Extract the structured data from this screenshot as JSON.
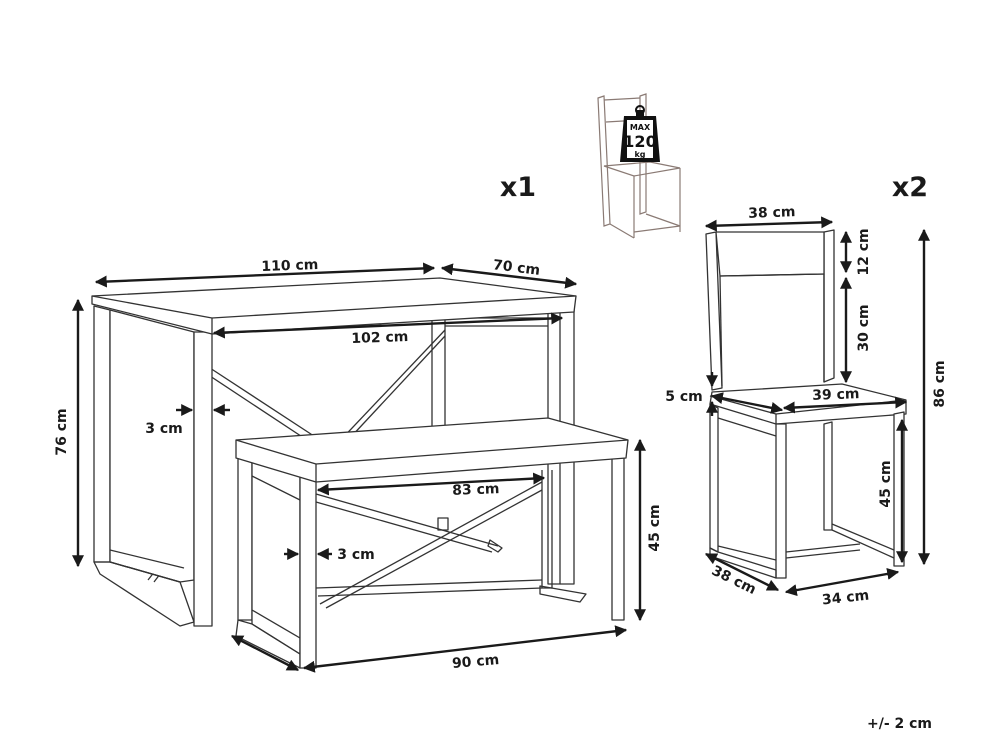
{
  "quantities": {
    "table_set": "x1",
    "chair": "x2"
  },
  "tolerance": "+/- 2 cm",
  "max_load": {
    "line1": "MAX",
    "line2": "120",
    "line3": "kg"
  },
  "table": {
    "width": "110 cm",
    "depth": "70 cm",
    "inner_width": "102 cm",
    "height": "76 cm",
    "leg": "3 cm"
  },
  "bench": {
    "inner_width": "83 cm",
    "leg": "3 cm",
    "height": "45 cm",
    "depth": "",
    "width": "90 cm"
  },
  "chair": {
    "back_width": "38 cm",
    "back_top_slat": "12 cm",
    "back_slat": "30 cm",
    "total_height": "86 cm",
    "frame": "5 cm",
    "seat_depth": "39 cm",
    "seat_height": "45 cm",
    "base_depth": "38 cm",
    "base_width": "34 cm"
  },
  "arrow_color": "#1a1a1a",
  "line_color": "#333333"
}
